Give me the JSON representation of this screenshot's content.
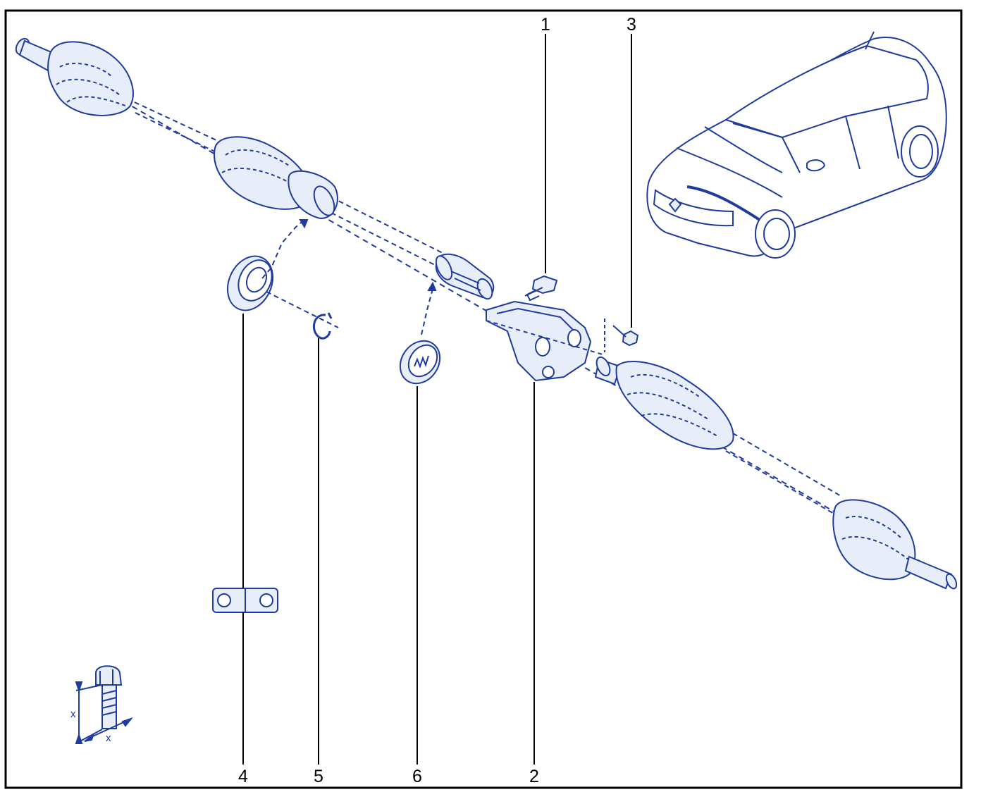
{
  "colors": {
    "line_art": "#1f3b9e",
    "fill": "#e8eef9",
    "leader": "#000000",
    "frame": "#000000"
  },
  "callouts": [
    {
      "id": "1",
      "label": "1"
    },
    {
      "id": "2",
      "label": "2"
    },
    {
      "id": "3",
      "label": "3"
    },
    {
      "id": "4",
      "label": "4"
    },
    {
      "id": "5",
      "label": "5"
    },
    {
      "id": "6",
      "label": "6"
    }
  ],
  "bolt_detail": {
    "dim_vertical": "x",
    "dim_horizontal": "x"
  },
  "icons": [
    "car-icon",
    "driveshaft-icon",
    "bearing-icon",
    "circlip-icon",
    "gear-ring-icon",
    "bracket-icon",
    "bolt-icon",
    "washer-plate-icon",
    "bolt-dimension-icon"
  ]
}
